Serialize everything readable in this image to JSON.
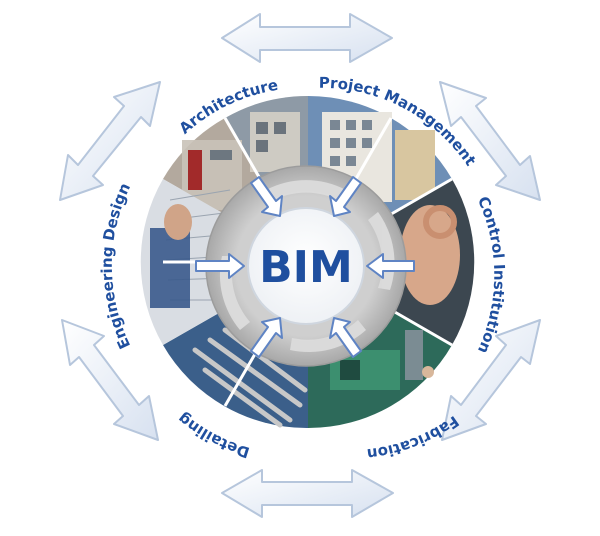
{
  "center": {
    "label": "BIM"
  },
  "segments": [
    {
      "label": "Architecture"
    },
    {
      "label": "Project Management"
    },
    {
      "label": "Control Institution"
    },
    {
      "label": "Fabrication"
    },
    {
      "label": "Detailing"
    },
    {
      "label": "Engineering Design"
    }
  ],
  "colors": {
    "label_blue": "#1f4f9f",
    "outer_arrow_stroke": "#b6c6dc",
    "ring_gray": "#b9b9b9",
    "inner_arrow": "#5f84c4"
  }
}
